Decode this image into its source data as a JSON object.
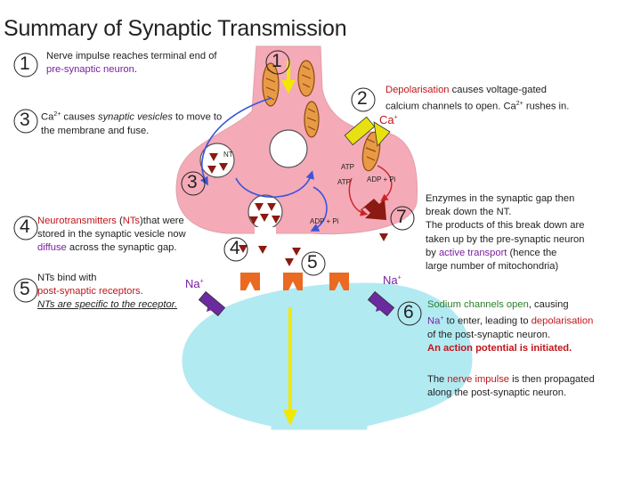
{
  "title": "Summary of Synaptic Transmission",
  "steps": {
    "s1": {
      "num": "1",
      "text_a": "Nerve impulse reaches terminal end of",
      "text_b": "pre-synaptic neuron",
      "text_c": "."
    },
    "s2": {
      "num": "2",
      "text_a": "Depolarisation",
      "text_b": " causes voltage-gated",
      "text_c": "calcium channels to open. Ca",
      "sup": "2+",
      "text_d": " rushes in."
    },
    "s3": {
      "num": "3",
      "text_a": "Ca",
      "sup": "2+",
      "text_b": " causes ",
      "text_c": "synaptic vesicles",
      "text_d": " to move to",
      "text_e": "the membrane and fuse."
    },
    "s4": {
      "num": "4",
      "text_a": "Neurotransmitters",
      "text_b": " (",
      "text_c": "NTs",
      "text_d": ")that were",
      "text_e": "stored in the synaptic vesicle now",
      "text_f": "diffuse",
      "text_g": " across the synaptic gap."
    },
    "s5": {
      "num": "5",
      "text_a": "NTs bind with",
      "text_b": "post-synaptic receptors",
      "text_c": ".",
      "text_d": "NTs are specific to the receptor."
    },
    "s6": {
      "num": "6",
      "text_a": "Sodium channels open",
      "text_b": ", causing",
      "text_c": "Na",
      "sup": "+",
      "text_d": " to enter, leading to ",
      "text_e": "depolarisation",
      "text_f": "of the post-synaptic neuron.",
      "text_g": "An action potential is initiated.",
      "text_h": "The ",
      "text_i": "nerve impulse",
      "text_j": " is then propagated",
      "text_k": "along the post-synaptic neuron."
    },
    "s7": {
      "num": "7",
      "text_a": "Enzymes in the synaptic gap then",
      "text_b": "break down the NT.",
      "text_c": "The products of this break down are",
      "text_d": "taken up by the pre-synaptic neuron",
      "text_e": "by ",
      "text_f": "active transport",
      "text_g": " (hence the",
      "text_h": "large number of mitochondria)"
    }
  },
  "diagram_numbers": {
    "n1": "1",
    "n2": "2",
    "n3": "3",
    "n4": "4",
    "n5": "5",
    "n6": "6",
    "n7": "7"
  },
  "labels": {
    "nt": "NT",
    "atp1": "ATP",
    "atp2": "ATP",
    "adp_pi_right": "ADP + Pi",
    "adp_pi_bottom": "ADP + Pi"
  },
  "ions": {
    "ca": "Ca",
    "ca_sup": "+",
    "na_left": "Na",
    "na_left_sup": "+",
    "na_right": "Na",
    "na_right_sup": "+"
  },
  "colors": {
    "presynaptic": "#f5aab8",
    "postsynaptic": "#b2eaf2",
    "impulse_arrow": "#f2e800",
    "mitochondria": "#e89a45",
    "neurotransmitter": "#8b1a12",
    "receptor": "#ea6a22",
    "channel": "#6b2aa0",
    "highlight_red": "#c0151b",
    "highlight_purple": "#7a1fa2",
    "highlight_green": "#2a7d2a"
  }
}
